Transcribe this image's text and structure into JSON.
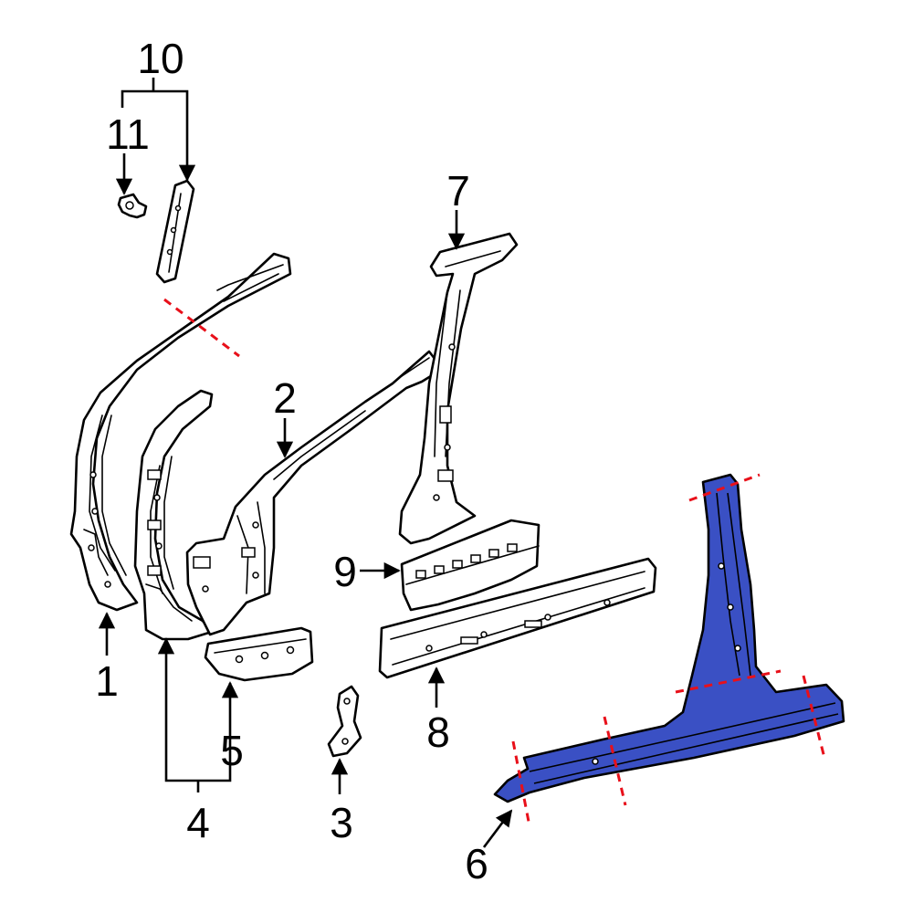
{
  "diagram": {
    "callouts": {
      "c1": "1",
      "c2": "2",
      "c3": "3",
      "c4": "4",
      "c5": "5",
      "c6": "6",
      "c7": "7",
      "c8": "8",
      "c9": "9",
      "c10": "10",
      "c11": "11"
    },
    "colors": {
      "line": "#000000",
      "highlight_fill": "#3a50c4",
      "cut_line": "#e8101a",
      "background": "#ffffff"
    }
  }
}
